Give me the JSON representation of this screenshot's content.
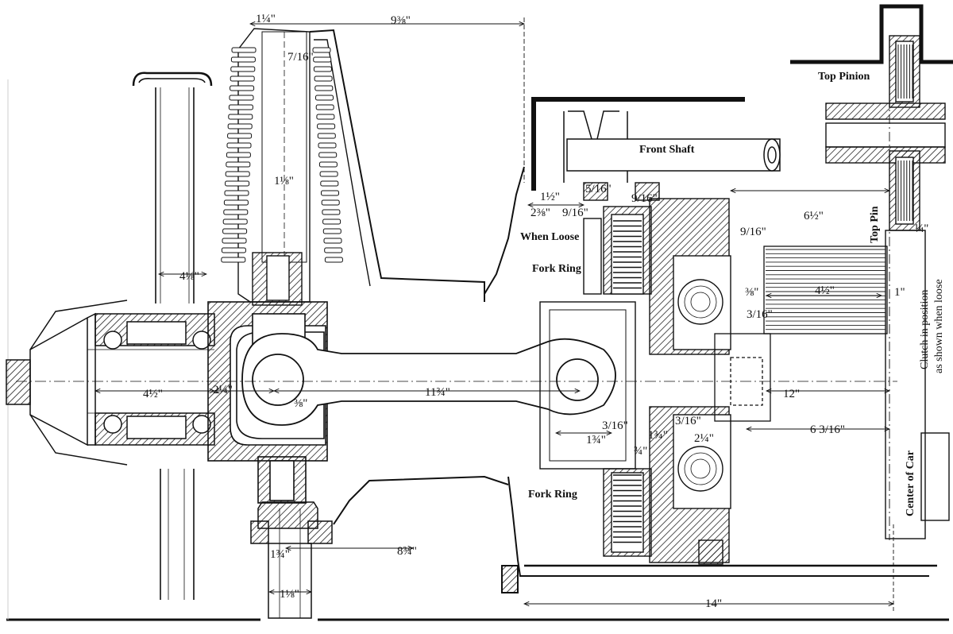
{
  "labels": {
    "top_pinion": "Top Pinion",
    "front_shaft": "Front Shaft",
    "top_pin": "Top Pin",
    "when_loose": "When Loose",
    "fork_ring_upper": "Fork Ring",
    "fork_ring_lower": "Fork Ring",
    "center_of_car": "Center of Car",
    "clutch_note_1": "Clutch in position",
    "clutch_note_2": "as shown when loose"
  },
  "dimensions": {
    "d_top_1_1_4": "1¼\"",
    "d_top_9_3_8": "9⅜\"",
    "d_7_16": "7/16\"",
    "d_1_1_8_upper": "1⅛\"",
    "d_4_1_8": "4⅛\"",
    "d_4_1_2_hub": "4½\"",
    "d_2_1_4": "2¼\"",
    "d_3_8": "⅜\"",
    "d_11_3_4": "11¾\"",
    "d_1_1_2_front": "1½\"",
    "d_5_16_a": "5/16\"",
    "d_9_16_a": "9/16\"",
    "d_2_3_8": "2⅜\"",
    "d_9_16_b": "9/16\"",
    "d_6_1_2": "6½\"",
    "d_9_16_c": "9/16\"",
    "d_1_4": "¼\"",
    "d_3_8_b": "⅜\"",
    "d_3_16": "3/16\"",
    "d_4_1_2_shaft": "4½\"",
    "d_1": "1\"",
    "d_12": "12\"",
    "d_6_3_16": "6 3/16\"",
    "d_3_16_b": "3/16\"",
    "d_3_16_c": "3/16\"",
    "d_1_3_4_a": "1¾\"",
    "d_1_3_4_b": "1¾\"",
    "d_2_1_4_b": "2¼\"",
    "d_3_4": "¾\"",
    "d_1_3_4_bolt": "1¾\"",
    "d_8_3_4": "8¾\"",
    "d_1_1_8_lower": "1⅛\"",
    "d_14": "14\""
  }
}
